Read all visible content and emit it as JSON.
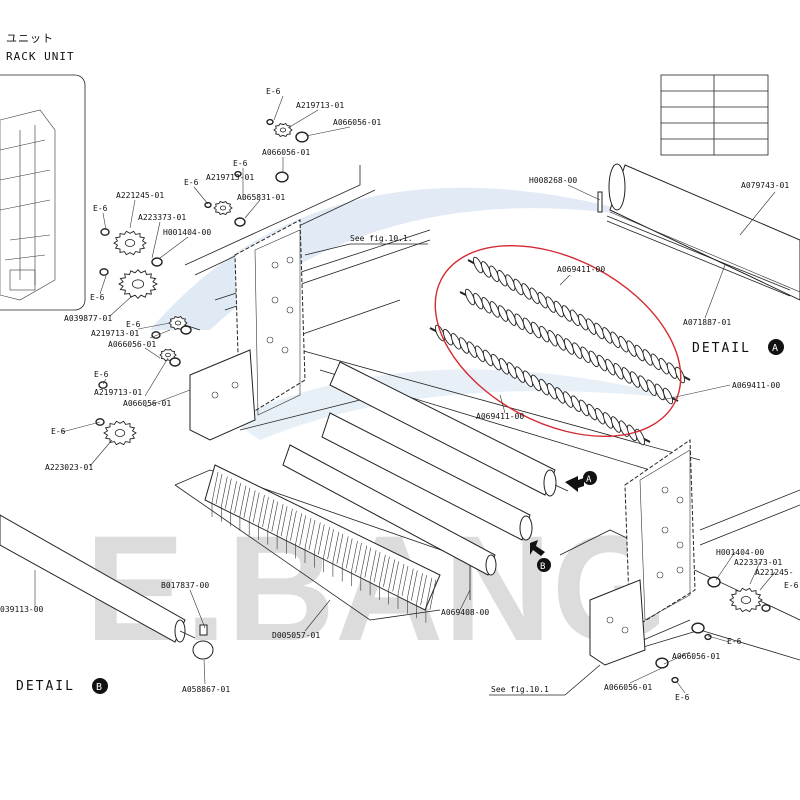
{
  "header": {
    "title_jp_fragment": "ユニット",
    "title_en_fragment": "RACK UNIT"
  },
  "watermark": {
    "text": "E.BANG"
  },
  "details": {
    "a_label": "DETAIL",
    "a_badge": "A",
    "b_label": "DETAIL",
    "b_badge": "B"
  },
  "references": {
    "see_fig_top": "See fig.10.1.",
    "see_fig_bottom": "See fig.10.1"
  },
  "part_labels": {
    "e6_top": "E-6",
    "a219713_top": "A219713-01",
    "a066056_top": "A066056-01",
    "a066056_top2": "A066056-01",
    "e6_mid1": "E-6",
    "e6_mid2": "E-6",
    "a219713_mid": "A219713-01",
    "a065831": "A065831-01",
    "a221245_left": "A221245-01",
    "e6_left1": "E-6",
    "a223373_left": "A223373-01",
    "h001404_left": "H001404-00",
    "e6_left2": "E-6",
    "a039877": "A039877-01",
    "e6_left3": "E-6",
    "a219713_left": "A219713-01",
    "a066056_left": "A066056-01",
    "e6_left4": "E-6",
    "a219713_left2": "A219713-01",
    "a066056_left2": "A066056-01",
    "e6_left5": "E-6",
    "a223023": "A223023-01",
    "h008268": "H008268-00",
    "a079743": "A079743-01",
    "a069411_top": "A069411-00",
    "a071887": "A071887-01",
    "a069411_right": "A069411-00",
    "a069411_bottom": "A069411-00",
    "h001404_right": "H001404-00",
    "a223373_right": "A223373-01",
    "a221245_right": "A221245-",
    "e6_right1": "E-6",
    "e6_right2": "E-6",
    "a066056_right": "A066056-01",
    "a066056_right2": "A066056-01",
    "e6_right3": "E-6",
    "b017837": "B017837-00",
    "a039113": "039113-00",
    "a069408": "A069408-00",
    "d005057": "D005057-01",
    "a058867": "A058867-01"
  },
  "colors": {
    "highlight": "#d42a32",
    "line": "#222222",
    "watermark": "#dcdcdc",
    "swoosh": "#c8d9ec"
  }
}
